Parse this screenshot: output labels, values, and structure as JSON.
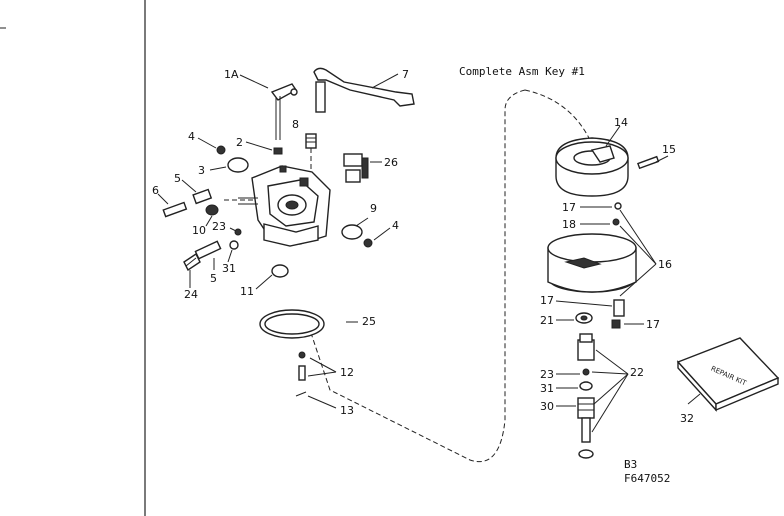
{
  "header": {
    "title": "Complete Asm Key #1"
  },
  "footer": {
    "code_line1": "B3",
    "code_line2": "F647052"
  },
  "kit": {
    "label": "REPAIR KIT"
  },
  "callouts": {
    "c1a": "1A",
    "c7": "7",
    "c8": "8",
    "c2": "2",
    "c4a": "4",
    "c3": "3",
    "c26": "26",
    "c6": "6",
    "c5a": "5",
    "c9": "9",
    "c4b": "4",
    "c10": "10",
    "c23a": "23",
    "c5b": "5",
    "c31a": "31",
    "c24": "24",
    "c11": "11",
    "c25": "25",
    "c12": "12",
    "c13": "13",
    "c14": "14",
    "c15": "15",
    "c17a": "17",
    "c18": "18",
    "c16": "16",
    "c17b": "17",
    "c21": "21",
    "c17c": "17",
    "c22": "22",
    "c23b": "23",
    "c31b": "31",
    "c30": "30",
    "c32": "32"
  }
}
